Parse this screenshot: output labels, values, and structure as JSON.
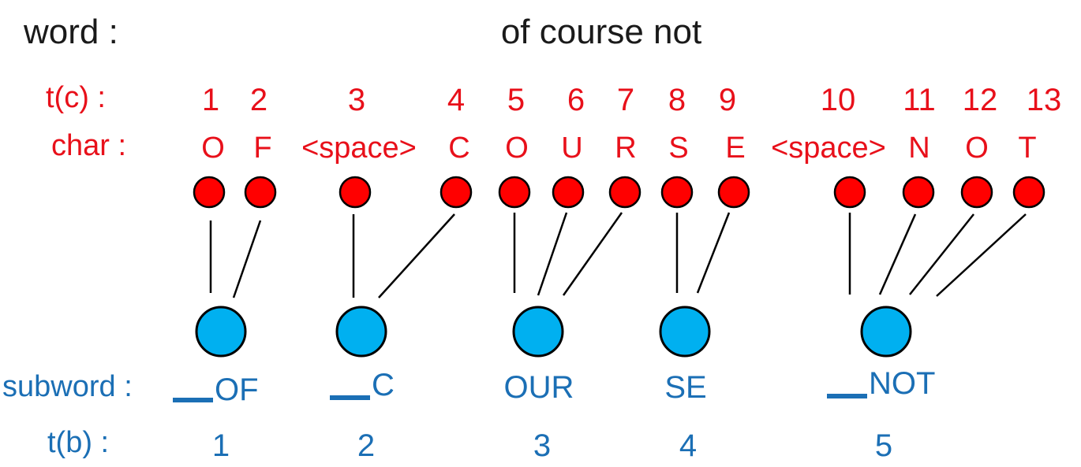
{
  "labels": {
    "word": "word :",
    "tc": "t(c) :",
    "char": "char :",
    "subword": "subword :",
    "tb": "t(b) :"
  },
  "word": "of course not",
  "chars": [
    {
      "t": "1",
      "c": "O"
    },
    {
      "t": "2",
      "c": "F"
    },
    {
      "t": "3",
      "c": "<space>"
    },
    {
      "t": "4",
      "c": "C"
    },
    {
      "t": "5",
      "c": "O"
    },
    {
      "t": "6",
      "c": "U"
    },
    {
      "t": "7",
      "c": "R"
    },
    {
      "t": "8",
      "c": "S"
    },
    {
      "t": "9",
      "c": "E"
    },
    {
      "t": "10",
      "c": "<space>"
    },
    {
      "t": "11",
      "c": "N"
    },
    {
      "t": "12",
      "c": "O"
    },
    {
      "t": "13",
      "c": "T"
    }
  ],
  "subwords": [
    {
      "label": "OF",
      "t": "1",
      "leading_space": true,
      "chars": [
        0,
        1
      ]
    },
    {
      "label": "C",
      "t": "2",
      "leading_space": true,
      "chars": [
        2,
        3
      ]
    },
    {
      "label": "OUR",
      "t": "3",
      "leading_space": false,
      "chars": [
        4,
        5,
        6
      ]
    },
    {
      "label": "SE",
      "t": "4",
      "leading_space": false,
      "chars": [
        7,
        8
      ]
    },
    {
      "label": "NOT",
      "t": "5",
      "leading_space": true,
      "chars": [
        9,
        10,
        11,
        12
      ]
    }
  ],
  "colors": {
    "char_node": "#ff0000",
    "subword_node": "#00b0f0",
    "char_text": "#e8101a",
    "subword_text": "#1b6fb5"
  }
}
